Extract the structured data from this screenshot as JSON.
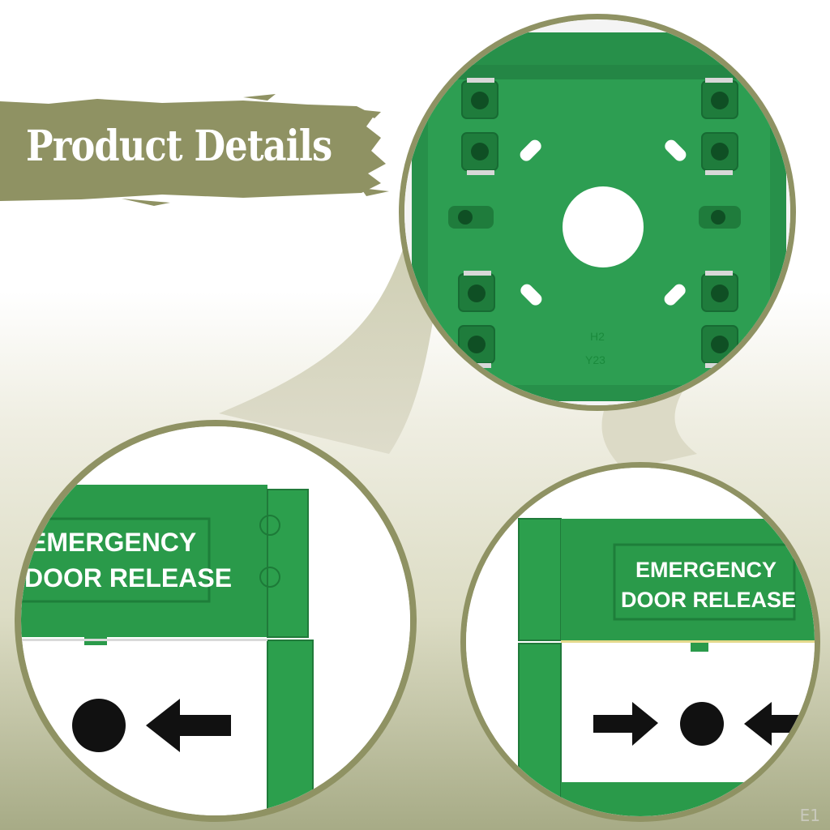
{
  "banner": {
    "title": "Product Details"
  },
  "top_detail": {
    "mold_mark_line1": "H2",
    "mold_mark_line2": "Y23"
  },
  "left_detail": {
    "label_line1": "EMERGENCY",
    "label_line2": "DOOR RELEASE"
  },
  "right_detail": {
    "label_line1": "EMERGENCY",
    "label_line2": "DOOR RELEASE"
  },
  "watermark": "E1",
  "colors": {
    "accent_olive": "#8f9263",
    "product_green": "#2a9a4a",
    "icon_black": "#111111"
  }
}
